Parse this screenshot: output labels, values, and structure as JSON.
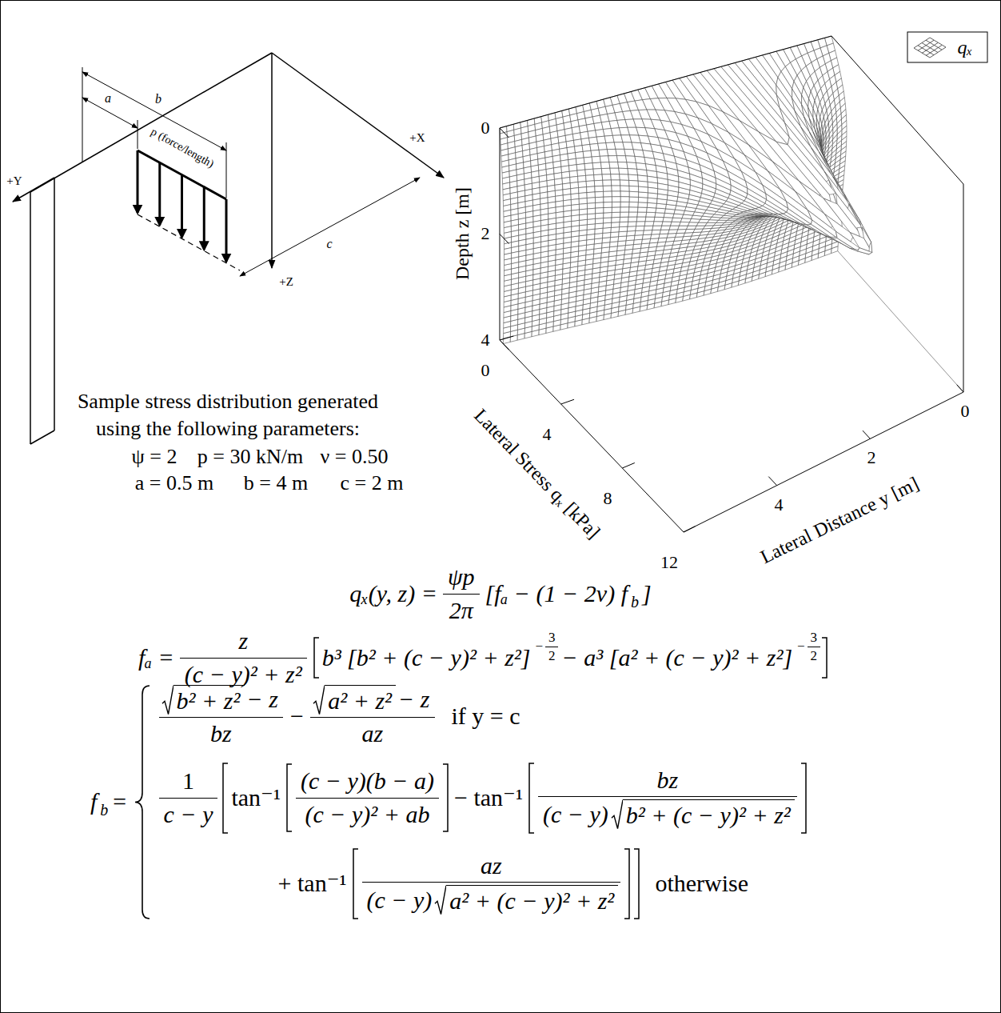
{
  "diagram": {
    "labels": [
      "a",
      "b",
      "p (force/length)",
      "+X",
      "+Y",
      "c",
      "+Z",
      "0",
      "2",
      "4",
      "Depth z [m]",
      "0",
      "4",
      "8",
      "12",
      "Lateral Stress qₓ [kPa]",
      "4",
      "2",
      "0",
      "Lateral Distance y [m]",
      "Sample stress distribution generated",
      "using the following parameters:",
      "ψ = 2",
      "p = 30 kN/m",
      "ν = 0.50",
      "a = 0.5 m",
      "b = 4 m",
      "c = 2 m",
      "qₓ(y, z) =",
      "ψp",
      "2π",
      "[fₐ − (1 − 2ν) f",
      "b",
      "]",
      "fₐ =",
      "z",
      "(c − y)² + z²",
      "b³ [b² + (c − y)² + z²]",
      "−",
      "3",
      "2",
      "− a³ [a² + (c − y)² + z²]",
      "−",
      "3",
      "2",
      "f",
      "b",
      "=",
      "b² + z²",
      "− z",
      "bz",
      "−",
      "a² + z²",
      "− z",
      "az",
      "if y = c",
      "1",
      "c − y",
      "tan⁻¹",
      "(c − y)(b − a)",
      "(c − y)² + ab",
      "− tan⁻¹",
      "bz",
      "(c − y)",
      "b² + (c − y)² + z²",
      "+ tan⁻¹",
      "az",
      "(c − y)",
      "a² + (c − y)² + z²",
      "otherwise"
    ],
    "legend": [
      {
        "text": "qₓ"
      }
    ]
  }
}
